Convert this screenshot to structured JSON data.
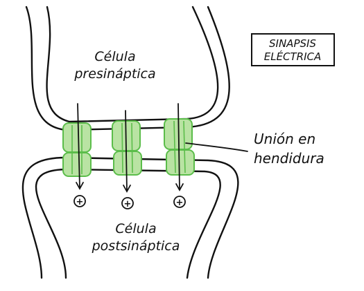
{
  "title_box": {
    "line1": "SINAPSIS",
    "line2": "ELÉCTRICA"
  },
  "labels": {
    "presynaptic_line1": "Célula",
    "presynaptic_line2": "presináptica",
    "postsynaptic_line1": "Célula",
    "postsynaptic_line2": "postsináptica",
    "gap_junction_line1": "Unión en",
    "gap_junction_line2": "hendidura"
  },
  "ion_sign": "+",
  "colors": {
    "ink": "#111111",
    "channel_fill": "#b9e3a3",
    "channel_stroke": "#5bbd4a"
  }
}
